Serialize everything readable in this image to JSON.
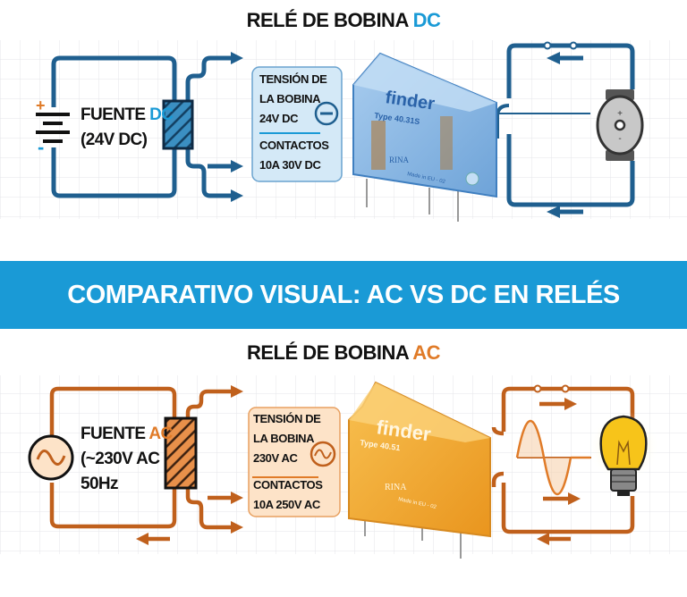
{
  "dc": {
    "title_prefix": "RELÉ DE BOBINA ",
    "title_accent": "DC",
    "source_label_prefix": "FUENTE ",
    "source_label_accent": "DC",
    "source_voltage": "(24V DC)",
    "plus": "+",
    "minus": "-",
    "info": {
      "line1": "TENSIÓN DE",
      "line2": "LA BOBINA",
      "line3": "24V DC",
      "line4": "CONTACTOS",
      "line5": "10A 30V DC"
    },
    "relay": {
      "brand": "finder",
      "type": "Type 40.31S",
      "made": "Made in EU - 02",
      "cert": "RINA"
    },
    "motor_plus": "+",
    "motor_minus": "-"
  },
  "banner": {
    "text": "COMPARATIVO VISUAL: AC VS DC EN RELÉS"
  },
  "ac": {
    "title_prefix": "RELÉ DE BOBINA ",
    "title_accent": "AC",
    "source_label_prefix": "FUENTE ",
    "source_label_accent": "AC",
    "source_voltage": "(~230V AC",
    "source_freq": "50Hz",
    "info": {
      "line1": "TENSIÓN DE",
      "line2": "LA BOBINA",
      "line3": "230V AC",
      "line4": "CONTACTOS",
      "line5": "10A 250V AC"
    },
    "relay": {
      "brand": "finder",
      "type": "Type 40.51",
      "made": "Made in EU - 02",
      "cert": "RINA"
    }
  },
  "colors": {
    "dc_accent": "#1a9ad6",
    "dc_wire": "#1f5f8f",
    "ac_accent": "#e07b28",
    "ac_wire": "#c0601c",
    "banner": "#1a9ad6"
  }
}
